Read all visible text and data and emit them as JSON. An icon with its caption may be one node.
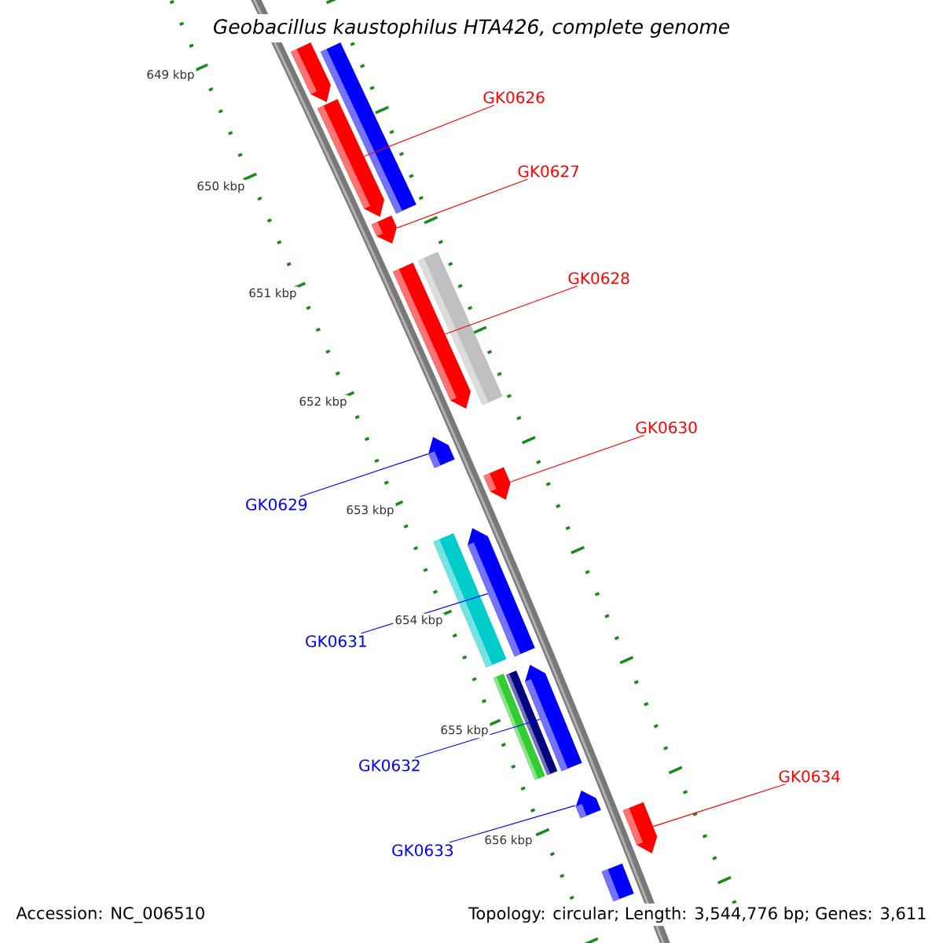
{
  "diagram": {
    "title": "Geobacillus kaustophilus HTA426, complete genome",
    "nodes": [
      {
        "text": [
          "GK0626"
        ]
      },
      {
        "text": [
          "GK0627"
        ]
      },
      {
        "text": [
          "GK0628"
        ]
      },
      {
        "text": [
          "GK0630"
        ]
      },
      {
        "text": [
          "GK0629"
        ]
      },
      {
        "text": [
          "GK0631"
        ]
      },
      {
        "text": [
          "GK0632"
        ]
      },
      {
        "text": [
          "GK0634"
        ]
      },
      {
        "text": [
          "GK0633"
        ]
      },
      {
        "text": [],
        "shape": "bar"
      },
      {
        "text": [],
        "shape": "bar"
      },
      {
        "text": [],
        "shape": "bar"
      },
      {
        "text": [],
        "shape": "bar"
      },
      {
        "text": [],
        "shape": "bar"
      },
      {
        "text": [],
        "shape": "bar"
      },
      {
        "text": [],
        "shape": "bar"
      },
      {
        "text": [],
        "shape": "bar"
      },
      {
        "text": [],
        "shape": "bar"
      },
      {
        "text": [],
        "shape": "bar"
      },
      {
        "text": [],
        "shape": "bar"
      },
      {
        "text": [],
        "shape": "bar"
      },
      {
        "text": [],
        "shape": "bar"
      },
      {
        "text": [],
        "shape": "bar"
      },
      {
        "text": [],
        "shape": "bar"
      },
      {
        "text": [],
        "shape": "bar"
      }
    ],
    "edges": [
      {
        "from": 0,
        "to": 11,
        "arrow": "none"
      },
      {
        "from": 1,
        "to": 12,
        "arrow": "none"
      },
      {
        "from": 2,
        "to": 14,
        "arrow": "none"
      },
      {
        "from": 3,
        "to": 16,
        "arrow": "none"
      },
      {
        "from": 4,
        "to": 15,
        "arrow": "none",
        "color": "#0000ff"
      },
      {
        "from": 5,
        "to": 17,
        "arrow": "none",
        "color": "#0000ff"
      },
      {
        "from": 6,
        "to": 19,
        "arrow": "none",
        "color": "#0000ff"
      },
      {
        "from": 7,
        "to": 23,
        "arrow": "none"
      },
      {
        "from": 8,
        "to": 22,
        "arrow": "none",
        "color": "#0000ff"
      }
    ],
    "labels": [
      "649 kbp",
      "650 kbp",
      "651 kbp",
      "652 kbp",
      "653 kbp",
      "654 kbp",
      "655 kbp",
      "656 kbp",
      "Accession: NC_006510",
      "Topology: circular; Length: 3,544,776 bp; Genes: 3,611"
    ]
  }
}
